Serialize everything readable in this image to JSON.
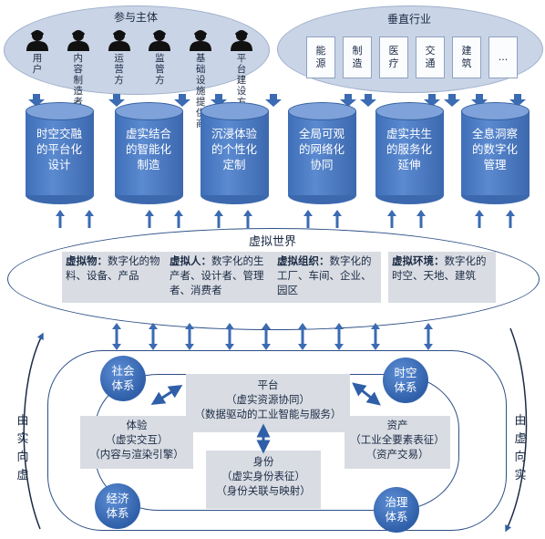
{
  "participants": {
    "title": "参与主体",
    "items": [
      "用户",
      "内容制造者",
      "运营方",
      "监管方",
      "基础设施提供商",
      "平台建设方"
    ]
  },
  "industries": {
    "title": "垂直行业",
    "items": [
      "能源",
      "制造",
      "医疗",
      "交通",
      "建筑",
      "..."
    ]
  },
  "pillars": [
    "时空交融的平台化设计",
    "虚实结合的智能化制造",
    "沉浸体验的个性化定制",
    "全局可观的网络化协同",
    "虚实共生的服务化延伸",
    "全息洞察的数字化管理"
  ],
  "virtual_world": {
    "title": "虚拟世界",
    "boxes": [
      {
        "head": "虚拟物：",
        "text": "数字化的物料、设备、产品"
      },
      {
        "head": "虚拟人：",
        "text": "数字化的生产者、设计者、管理者、消费者"
      },
      {
        "head": "虚拟组织：",
        "text": "数字化的工厂、车间、企业、园区"
      },
      {
        "head": "虚拟环境：",
        "text": "数字化的时空、天地、建筑"
      }
    ]
  },
  "bottom": {
    "circles": {
      "social": "社会体系",
      "spacetime": "时空体系",
      "economy": "经济体系",
      "governance": "治理体系"
    },
    "platform": {
      "title": "平台",
      "line1": "（虚实资源协同）",
      "line2": "（数据驱动的工业智能与服务）"
    },
    "experience": {
      "title": "体验",
      "line1": "（虚实交互）",
      "line2": "（内容与渲染引擎）"
    },
    "asset": {
      "title": "资产",
      "line1": "（工业全要素表征）",
      "line2": "（资产交易）"
    },
    "identity": {
      "title": "身份",
      "line1": "（虚实身份表征）",
      "line2": "（身份关联与映射）"
    }
  },
  "side_labels": {
    "left": [
      "由",
      "实",
      "向",
      "虚"
    ],
    "right": [
      "由",
      "虚",
      "向",
      "实"
    ]
  },
  "colors": {
    "cylinder": "#4a7bc4",
    "ellipse_fill": "#c9d4e6",
    "box_gray": "#d9dde3",
    "line": "#2d4f86"
  }
}
